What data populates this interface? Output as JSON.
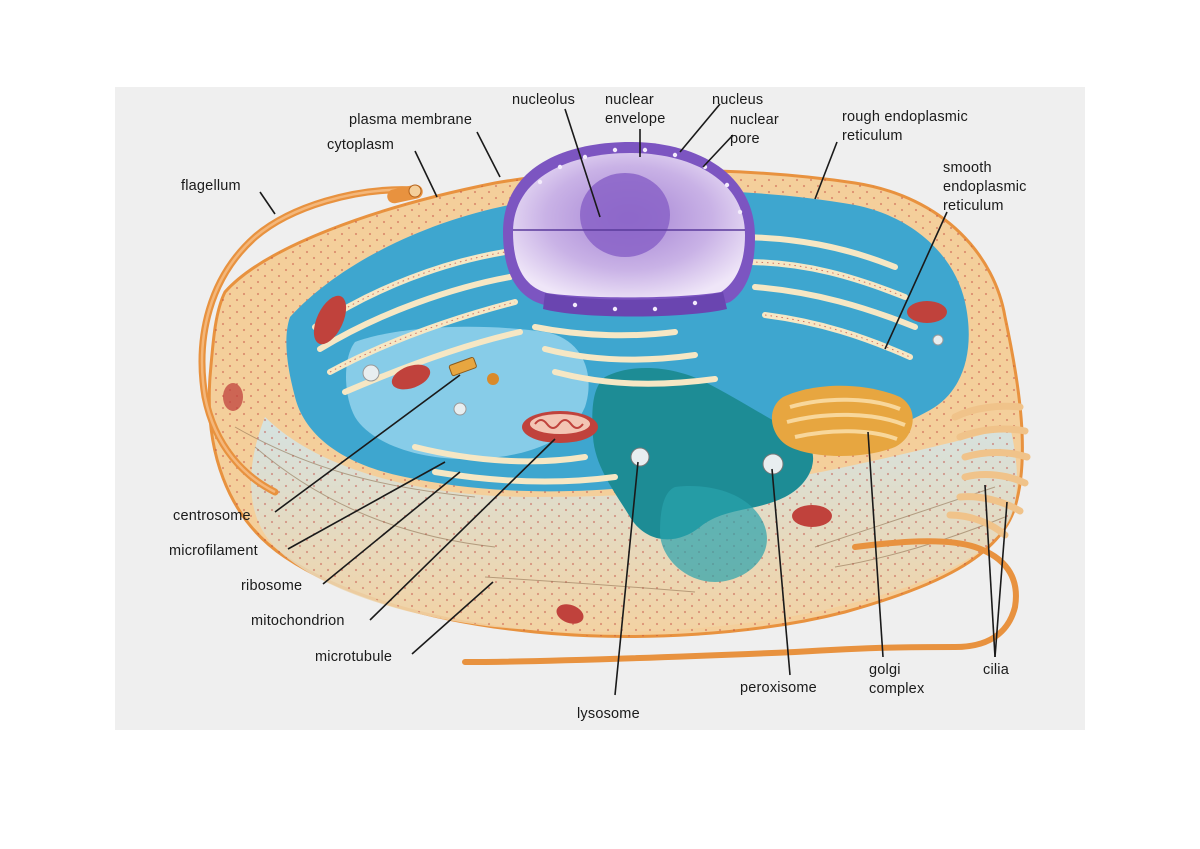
{
  "diagram": {
    "labels": {
      "nucleolus": "nucleolus",
      "nuclear_envelope": [
        "nuclear",
        "envelope"
      ],
      "nucleus": "nucleus",
      "nuclear_pore": [
        "nuclear",
        "pore"
      ],
      "plasma_membrane": "plasma membrane",
      "cytoplasm": "cytoplasm",
      "flagellum": "flagellum",
      "rough_er": [
        "rough endoplasmic",
        "reticulum"
      ],
      "smooth_er": [
        "smooth",
        "endoplasmic",
        "reticulum"
      ],
      "centrosome": "centrosome",
      "microfilament": "microfilament",
      "ribosome": "ribosome",
      "mitochondrion": "mitochondrion",
      "microtubule": "microtubule",
      "lysosome": "lysosome",
      "peroxisome": "peroxisome",
      "golgi_complex": [
        "golgi",
        "complex"
      ],
      "cilia": "cilia"
    },
    "colors": {
      "background": "#efefef",
      "outer_cytoplasm": "#f4cf9b",
      "membrane_orange": "#e8923f",
      "cytosol_blue": "#3ea6cf",
      "light_blue": "#8fd0ea",
      "teal_er": "#1d8c95",
      "nucleus_purple": "#7c55c1",
      "nucleus_inner": "#c9b2e6",
      "golgi": "#e7a640",
      "mitochondria_red": "#c0423c",
      "er_cream": "#f6e7c4"
    }
  }
}
